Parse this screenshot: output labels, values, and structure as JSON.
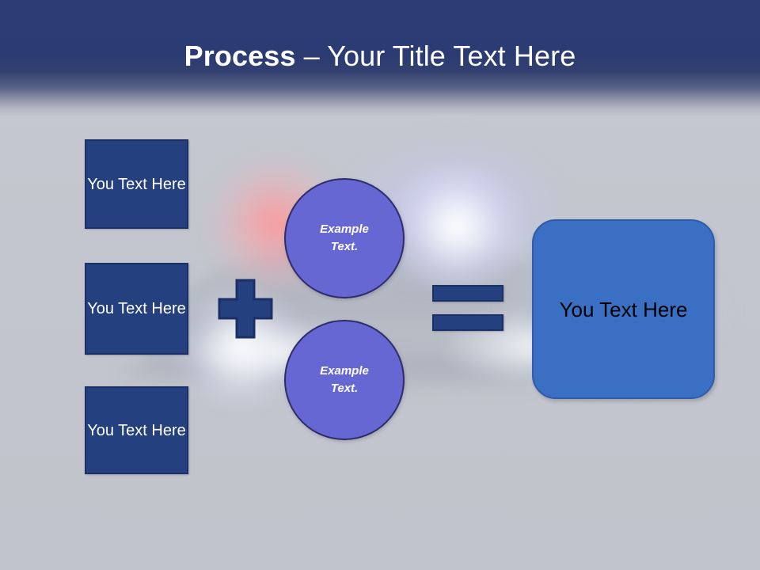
{
  "slide": {
    "title": {
      "bold_part": "Process",
      "rest_part": " – Your Title Text Here"
    },
    "header_color": "#2b3b73",
    "background_color": "#c3c6ce"
  },
  "inputs": {
    "boxes": [
      {
        "label": "You Text Here"
      },
      {
        "label": "You Text Here"
      },
      {
        "label": "You Text Here"
      }
    ],
    "fill_color": "#24407f",
    "border_color": "#1b3066",
    "text_color": "#ffffff"
  },
  "operators": {
    "plus": "+",
    "equals": "=",
    "color": "#24407f"
  },
  "middle": {
    "circles": [
      {
        "line1": "Example",
        "line2": "Text."
      },
      {
        "line1": "Example",
        "line2": "Text."
      }
    ],
    "fill_color": "#6767d4",
    "border_color": "#2d2d6b",
    "text_color": "#ffffff"
  },
  "result": {
    "label": "You Text Here",
    "fill_color": "#3a6fc4",
    "border_color": "#2f5da9",
    "text_color": "#000000"
  }
}
